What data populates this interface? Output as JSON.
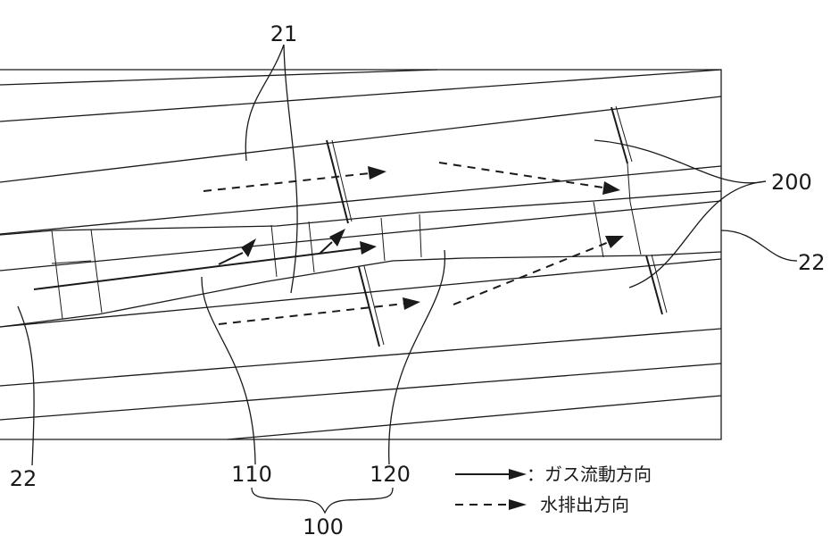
{
  "labels": {
    "ref_21": "21",
    "ref_200": "200",
    "ref_22_right": "22",
    "ref_22_left": "22",
    "ref_110": "110",
    "ref_120": "120",
    "ref_100": "100"
  },
  "legend": {
    "gas_label": "：ガス流動方向",
    "water_label": "水排出方向"
  }
}
